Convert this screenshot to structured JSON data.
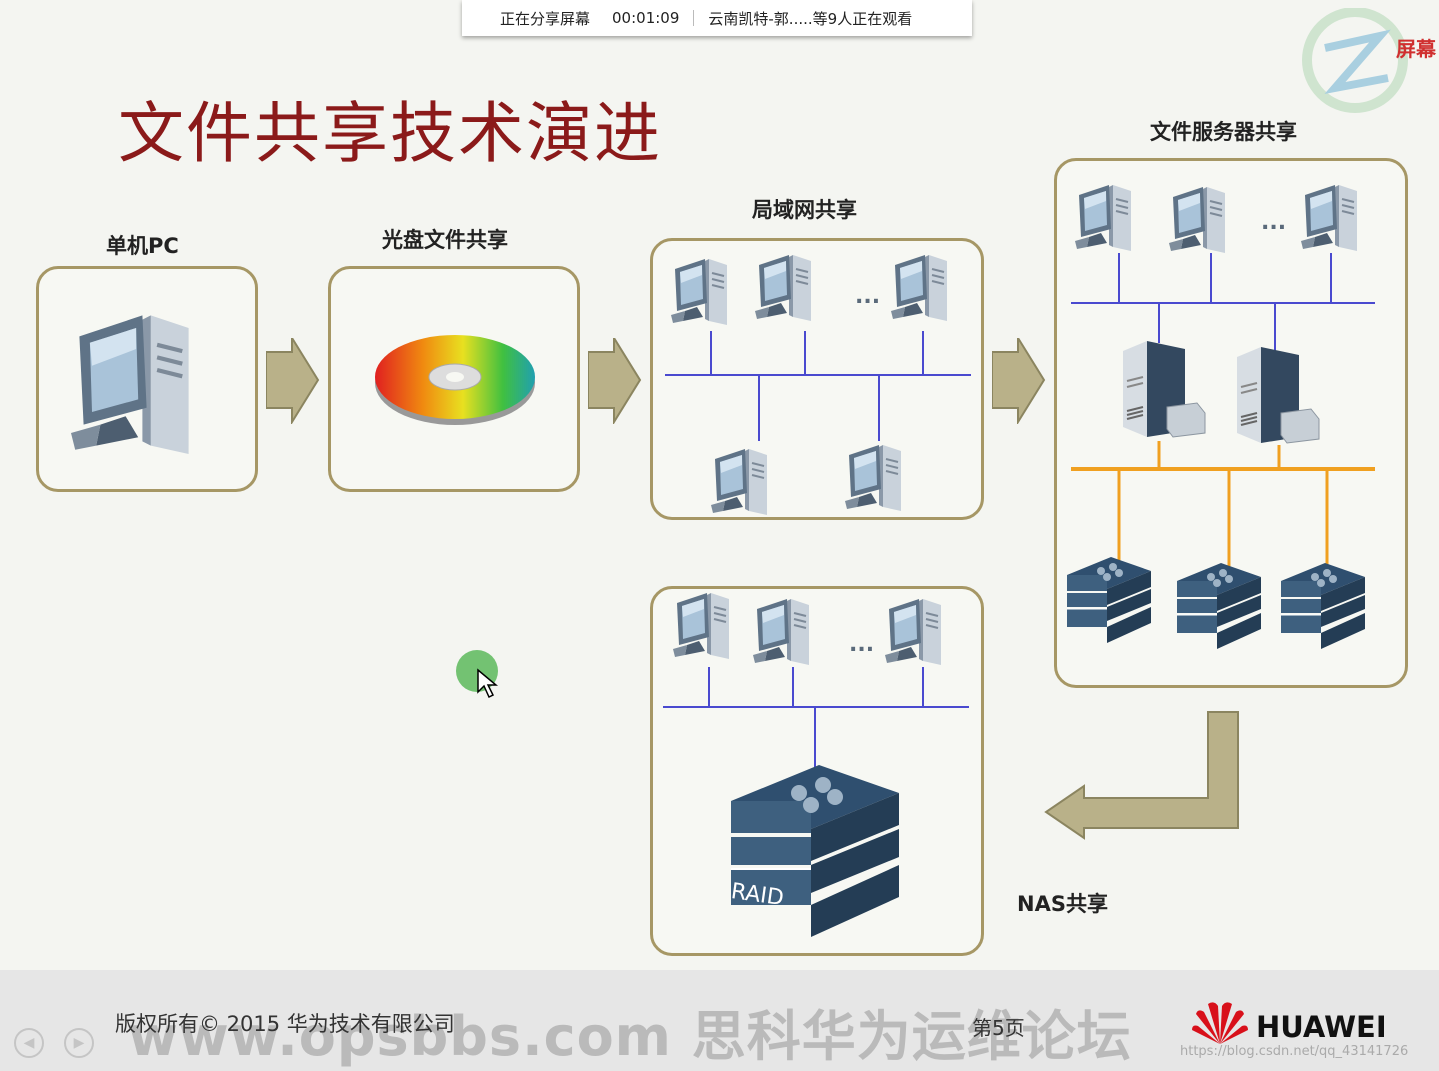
{
  "share_bar": {
    "status": "正在分享屏幕",
    "timer": "00:01:09",
    "viewers": "云南凯特-郭.....等9人正在观看"
  },
  "corner_tab": "屏幕",
  "slide": {
    "title": "文件共享技术演进",
    "stages": {
      "standalone_pc": "单机PC",
      "disc_sharing": "光盘文件共享",
      "lan_sharing": "局域网共享",
      "file_server_sharing": "文件服务器共享",
      "nas_sharing": "NAS共享"
    },
    "ellipsis": "...",
    "raid_label": "RAID"
  },
  "footer": {
    "copyright": "版权所有© 2015 华为技术有限公司",
    "page": "第5页",
    "brand": "HUAWEI",
    "watermark": "www.opsbbs.com 思科华为运维论坛",
    "url": "https://blog.csdn.net/qq_43141726"
  },
  "colors": {
    "title": "#8b1a1a",
    "box_border": "#a69765",
    "lan_line": "#4a4acf",
    "san_line": "#f0a020",
    "cursor_highlight": "#5cb85c"
  },
  "icons": [
    "computer-icon",
    "cd-disc-icon",
    "server-icon",
    "raid-storage-icon",
    "arrow-right-icon",
    "arrow-left-icon",
    "huawei-logo-icon",
    "cursor-icon"
  ]
}
